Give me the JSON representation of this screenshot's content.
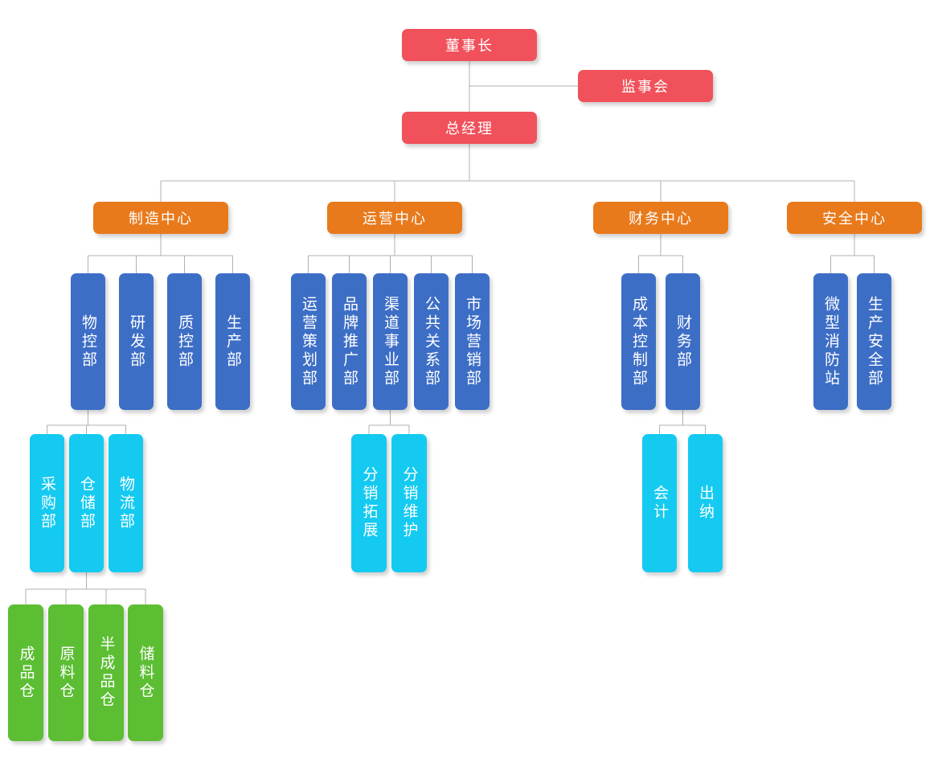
{
  "colors": {
    "executive": "#f0515a",
    "center": "#e87a1c",
    "department": "#3d6ec6",
    "team": "#14caf1",
    "warehouse": "#5cbe33",
    "connector": "#b0b0b0",
    "background": "#ffffff"
  },
  "org": {
    "chairman": "董事长",
    "supervisory_board": "监事会",
    "general_manager": "总经理",
    "centers": [
      {
        "label": "制造中心",
        "departments": [
          {
            "label": "物控部",
            "children": [
              {
                "label": "采购部"
              },
              {
                "label": "仓储部",
                "children": [
                  {
                    "label": "成品仓"
                  },
                  {
                    "label": "原料仓"
                  },
                  {
                    "label": "半成品仓"
                  },
                  {
                    "label": "储料仓"
                  }
                ]
              },
              {
                "label": "物流部"
              }
            ]
          },
          {
            "label": "研发部"
          },
          {
            "label": "质控部"
          },
          {
            "label": "生产部"
          }
        ]
      },
      {
        "label": "运营中心",
        "departments": [
          {
            "label": "运营策划部"
          },
          {
            "label": "品牌推广部"
          },
          {
            "label": "渠道事业部",
            "children": [
              {
                "label": "分销拓展"
              },
              {
                "label": "分销维护"
              }
            ]
          },
          {
            "label": "公共关系部"
          },
          {
            "label": "市场营销部"
          }
        ]
      },
      {
        "label": "财务中心",
        "departments": [
          {
            "label": "成本控制部"
          },
          {
            "label": "财务部",
            "children": [
              {
                "label": "会计"
              },
              {
                "label": "出纳"
              }
            ]
          }
        ]
      },
      {
        "label": "安全中心",
        "departments": [
          {
            "label": "微型消防站"
          },
          {
            "label": "生产安全部"
          }
        ]
      }
    ]
  }
}
